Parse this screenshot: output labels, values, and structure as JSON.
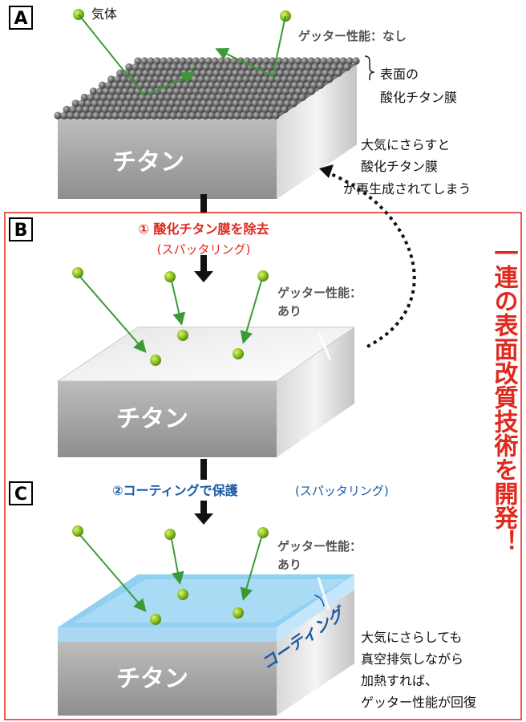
{
  "panels": [
    {
      "label": "A",
      "gas_label": "気体",
      "getter": "ゲッター性能：なし",
      "oxide_label": [
        "表面の",
        "酸化チタン膜"
      ],
      "block_label": "チタン",
      "note": [
        "大気にさらすと",
        "酸化チタン膜",
        "が再生成されてしまう"
      ]
    },
    {
      "label": "B",
      "step_title": "① 酸化チタン膜を除去",
      "step_sub": "(スパッタリング)",
      "getter": [
        "ゲッター性能：",
        "あり"
      ],
      "block_label": "チタン"
    },
    {
      "label": "C",
      "step_title": "②コーティングで保護",
      "step_sub": "(スパッタリング)",
      "getter": [
        "ゲッター性能：",
        "あり"
      ],
      "block_label": "チタン",
      "coating_label": "コーティング",
      "note": [
        "大気にさらしても",
        "真空排気しながら",
        "加熱すれば、",
        "ゲッター性能が回復"
      ]
    }
  ],
  "headline": "一連の表面改質技術を開発！",
  "colors": {
    "red": "#e0281e",
    "blue": "#1a5aa8",
    "green": "#3a9a35",
    "ball": "#8dc21f",
    "gray": "#555555"
  }
}
